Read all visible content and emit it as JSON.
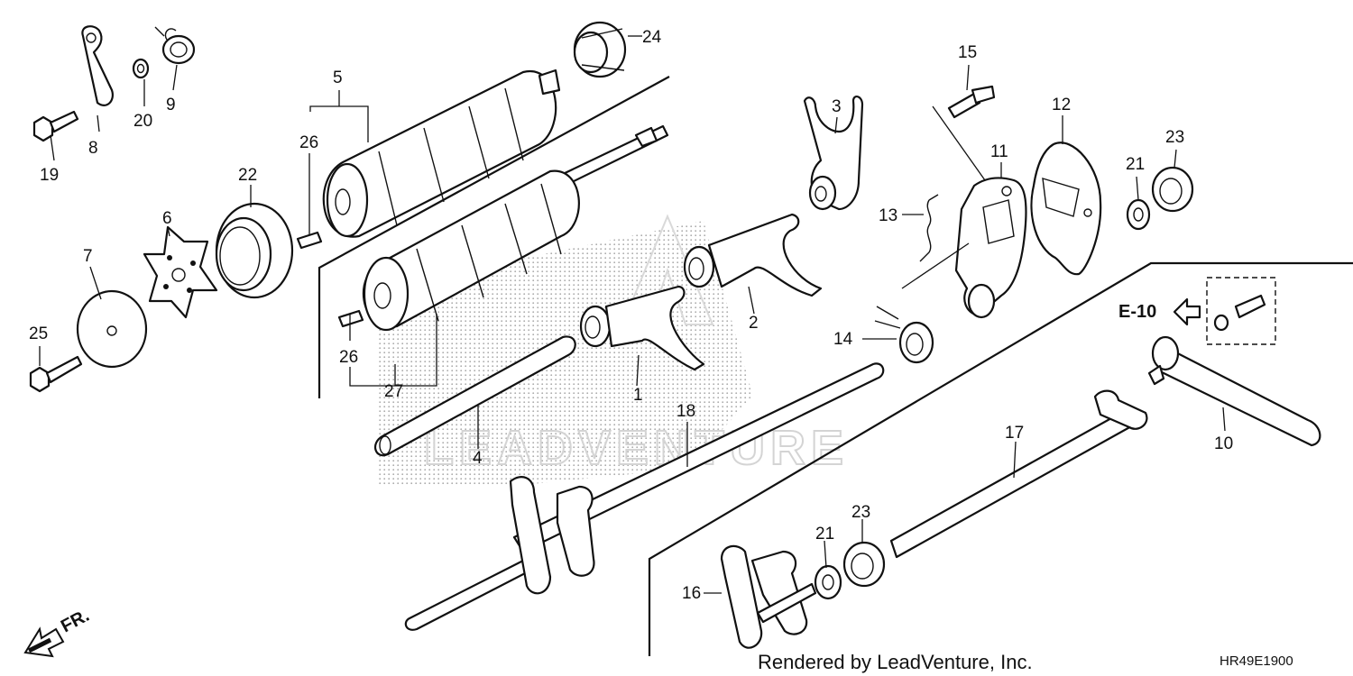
{
  "diagram": {
    "part_labels": [
      "1",
      "2",
      "3",
      "4",
      "5",
      "6",
      "7",
      "8",
      "9",
      "10",
      "11",
      "12",
      "13",
      "14",
      "15",
      "16",
      "17",
      "18",
      "19",
      "20",
      "21",
      "22",
      "23",
      "24",
      "25",
      "26",
      "27"
    ],
    "repeat_labels": {
      "l21b": "21",
      "l23b": "23",
      "l26b": "26"
    },
    "reference": "E-10",
    "watermark": "LEADVENTURE",
    "diagram_code": "HR49E1900",
    "credit": "Rendered by LeadVenture, Inc.",
    "front_marker": "FR."
  }
}
